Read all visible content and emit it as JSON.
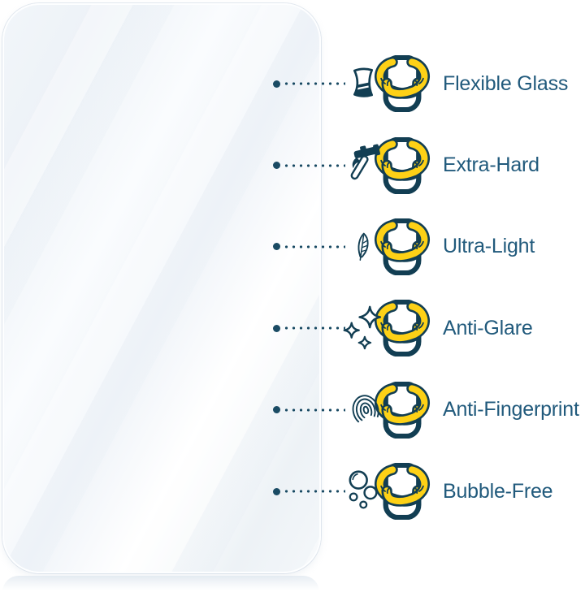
{
  "image_type": "product-feature-callout",
  "product": {
    "object": "transparent screen protector sheet",
    "reflection_below": true
  },
  "colors": {
    "icon_outline_navy": "#123e53",
    "arm_yellow": "#fdd116",
    "label_text": "#215a7c",
    "leader_dots": "#1a4b64",
    "protector_tint": "#eef2f7",
    "page_background": "#ffffff"
  },
  "strength_icon": "flexed-arms-icon",
  "features": [
    {
      "label": "Flexible Glass",
      "icon": "flexible-glass-icon"
    },
    {
      "label": "Extra-Hard",
      "icon": "hammer-icon"
    },
    {
      "label": "Ultra-Light",
      "icon": "feather-icon"
    },
    {
      "label": "Anti-Glare",
      "icon": "sparkles-icon"
    },
    {
      "label": "Anti-Fingerprint",
      "icon": "fingerprint-icon"
    },
    {
      "label": "Bubble-Free",
      "icon": "bubbles-icon"
    }
  ]
}
